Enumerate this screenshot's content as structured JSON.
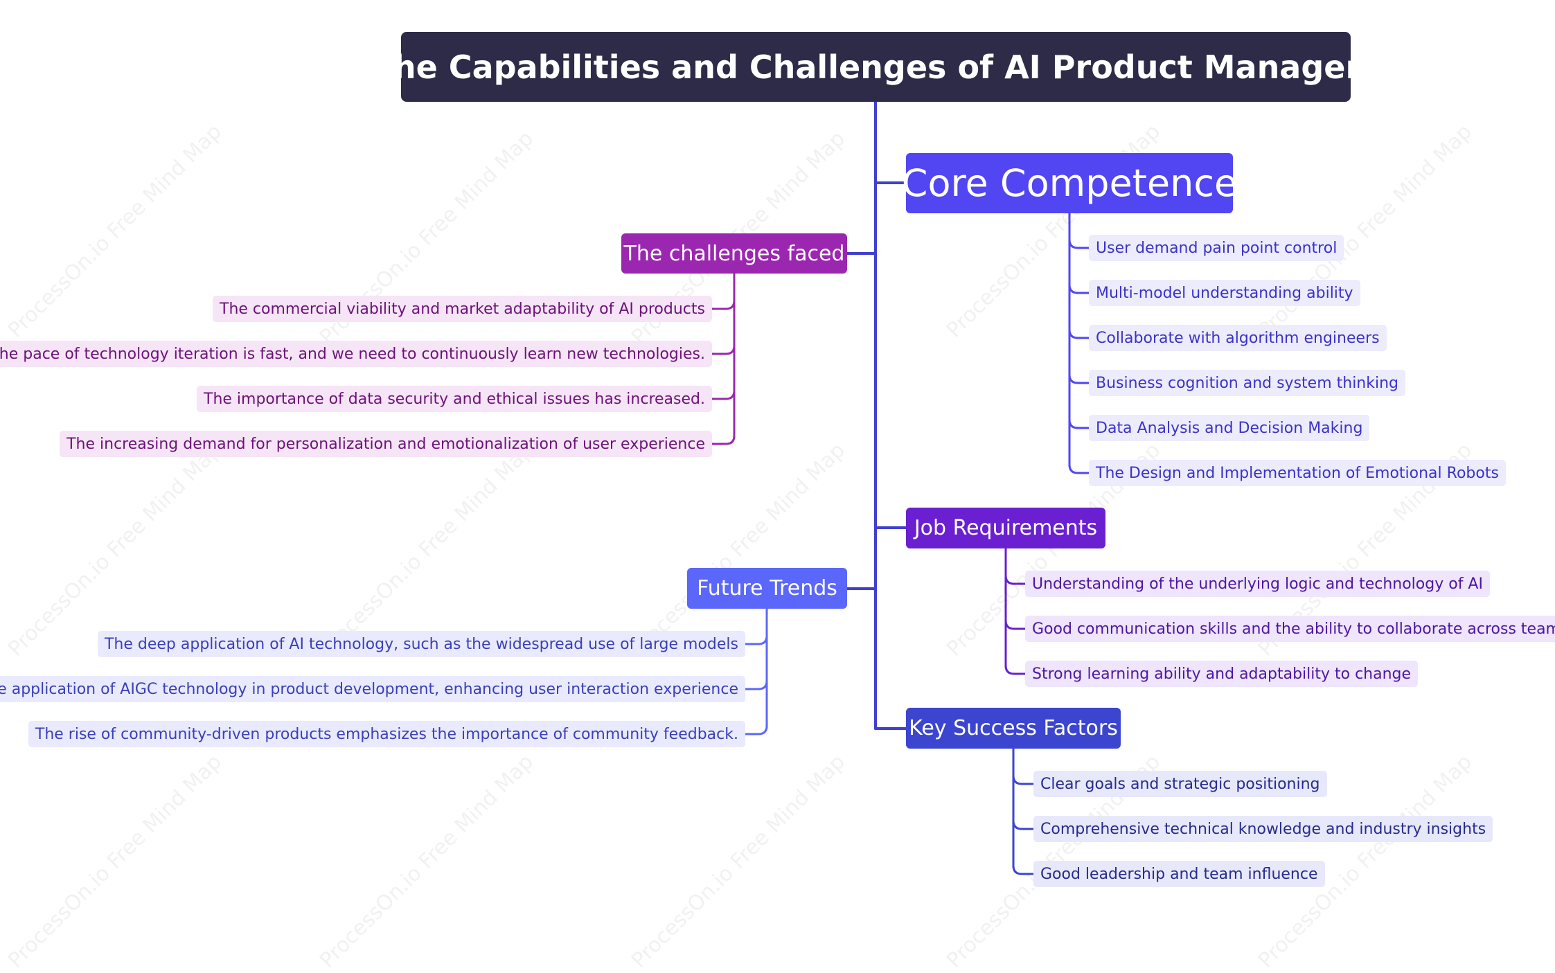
{
  "watermark": "ProcessOn.io Free Mind Map",
  "title": "The Capabilities and Challenges of AI Product Managers",
  "colors": {
    "root": "#2d2b47",
    "trunk": "#3f3fd0",
    "core": "#5146f2",
    "challenges": "#9b27b0",
    "job": "#6a1fd0",
    "future": "#5b67fa",
    "success": "#3b45cf"
  },
  "branches": {
    "core": {
      "label": "Core Competence",
      "items": [
        "User demand pain point control",
        "Multi-model understanding ability",
        "Collaborate with algorithm engineers",
        "Business cognition and system thinking",
        "Data Analysis and Decision Making",
        "The Design and Implementation of Emotional Robots"
      ]
    },
    "challenges": {
      "label": "The challenges faced",
      "items": [
        "The commercial viability and market adaptability of AI products",
        "The pace of technology iteration is fast, and we need to continuously learn new technologies.",
        "The importance of data security and ethical issues has increased.",
        "The increasing demand for personalization and emotionalization of user experience"
      ]
    },
    "job": {
      "label": "Job Requirements",
      "items": [
        "Understanding of the underlying logic and technology of AI",
        "Good communication skills and the ability to collaborate across teams.",
        "Strong learning ability and adaptability to change"
      ]
    },
    "future": {
      "label": "Future Trends",
      "items": [
        "The deep application of AI technology, such as the widespread use of large models",
        "The application of AIGC technology in product development, enhancing user interaction experience",
        "The rise of community-driven products emphasizes the importance of community feedback."
      ]
    },
    "success": {
      "label": "Key Success Factors",
      "items": [
        "Clear goals and strategic positioning",
        "Comprehensive technical knowledge and industry insights",
        "Good leadership and team influence"
      ]
    }
  }
}
